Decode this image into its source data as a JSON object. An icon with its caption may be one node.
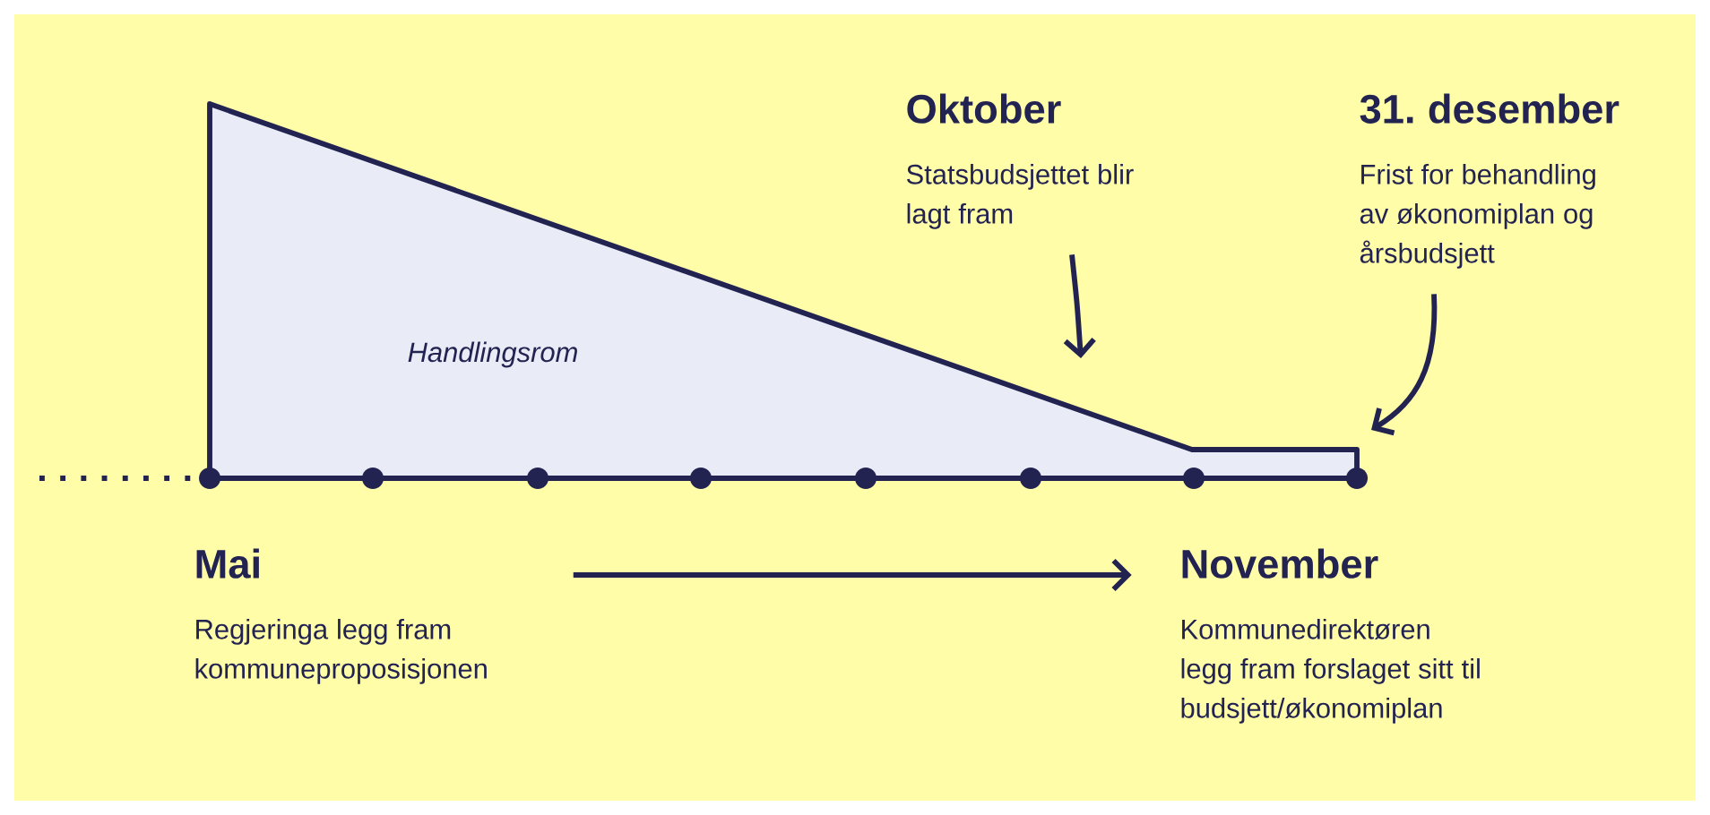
{
  "diagram": {
    "nodes": [
      {
        "text": [
          "Oktober",
          "Statsbudsjettet blir lagt fram"
        ]
      },
      {
        "text": [
          "31. desember",
          "Frist for behandling av økonomiplan og årsbudsjett"
        ]
      },
      {
        "text": [
          "Handlingsrom"
        ]
      },
      {
        "text": [
          "Mai",
          "Regjeringa legg fram kommuneproposisjonen"
        ]
      },
      {
        "text": [
          "November",
          "Kommunedirektøren legg fram forslaget sitt til budsjett/økonomiplan"
        ]
      }
    ],
    "edges": [
      {
        "from": 0,
        "to": null,
        "arrow": "to"
      },
      {
        "from": 1,
        "to": null,
        "arrow": "to"
      },
      {
        "from": 3,
        "to": 4,
        "arrow": "to"
      }
    ]
  }
}
